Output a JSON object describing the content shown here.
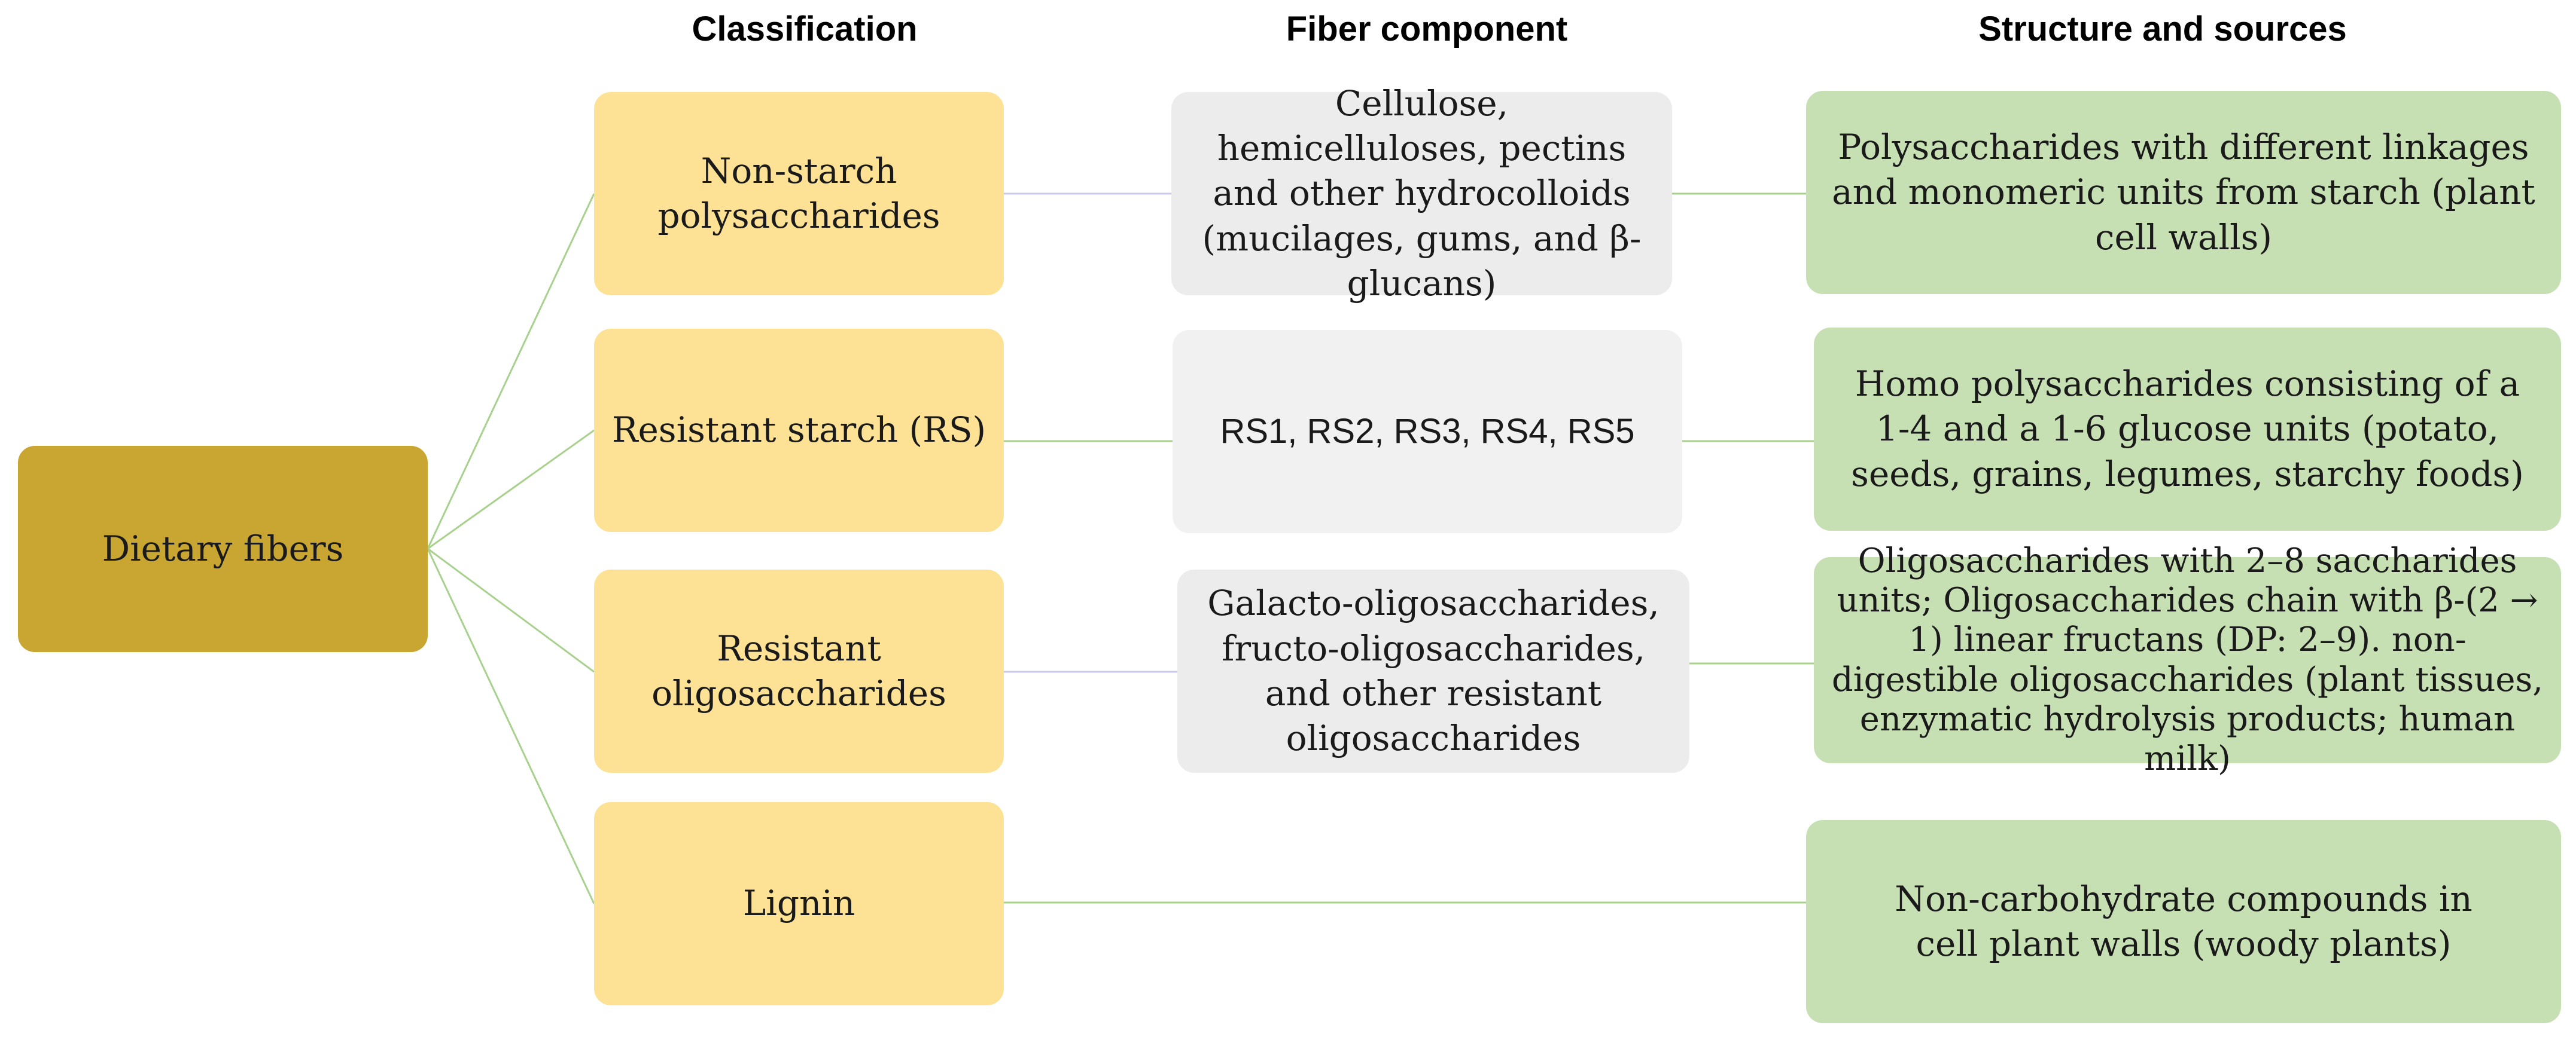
{
  "headers": {
    "classification": "Classification",
    "fiber_component": "Fiber component",
    "structure_sources": "Structure and sources"
  },
  "root": {
    "label": "Dietary fibers"
  },
  "rows": [
    {
      "classification": "Non-starch polysaccharides",
      "component": "Cellulose, hemicelluloses, pectins and other hydrocolloids (mucilages, gums, and β-glucans)",
      "structure": "Polysaccharides with different linkages and monomeric units from starch (plant cell walls)"
    },
    {
      "classification": "Resistant starch (RS)",
      "component": "RS1, RS2, RS3, RS4, RS5",
      "structure": "Homo polysaccharides consisting of a 1-4 and a 1-6 glucose units (potato, seeds, grains, legumes, starchy foods)"
    },
    {
      "classification": "Resistant oligosaccharides",
      "component": "Galacto-oligosaccharides, fructo-oligosaccharides, and other resistant oligosaccharides",
      "structure": "Oligosaccharides with 2–8 saccharides units; Oligosaccharides chain with β-(2 → 1) linear fructans (DP: 2–9). non-digestible oligosaccharides (plant tissues, enzymatic hydrolysis products; human milk)"
    },
    {
      "classification": "Lignin",
      "structure": "Non-carbohydrate compounds in cell plant walls (woody plants)"
    }
  ],
  "colors": {
    "root_fill": "#c9a632",
    "classification_fill": "#fde296",
    "component_fill": "#ececec",
    "structure_fill": "#c6e0b4",
    "connector_green": "#a9d18e",
    "connector_lavender": "#c9c9ea"
  }
}
